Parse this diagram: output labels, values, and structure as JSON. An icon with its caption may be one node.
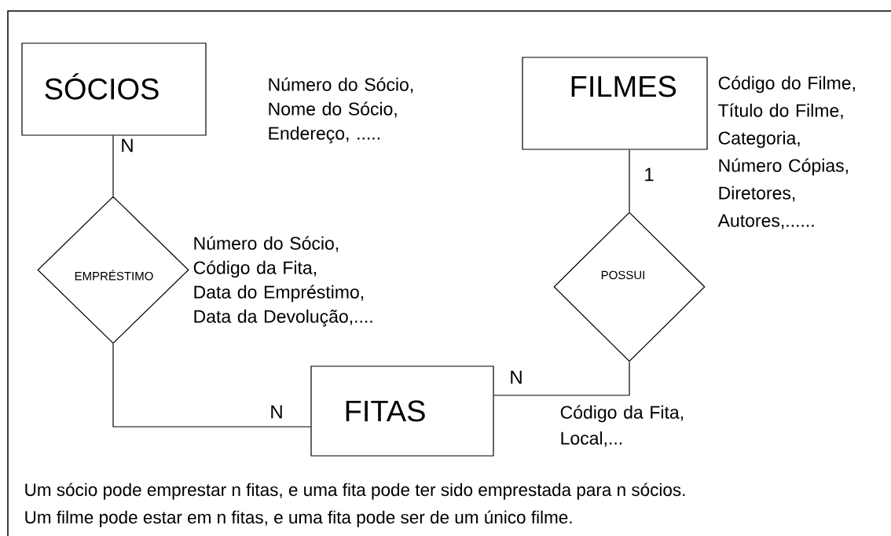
{
  "diagram": {
    "nodes": [
      {
        "text": [
          "SÓCIOS"
        ],
        "beside": [
          "Número do Sócio, Nome do Sócio, Endereço, ....."
        ]
      },
      {
        "text": [
          "FILMES"
        ],
        "beside": [
          "Código do Filme, Título do Filme, Categoria, Número Cópias, Diretores, Autores,......"
        ]
      },
      {
        "text": [
          "EMPRÉSTIMO"
        ],
        "beside": [
          "Número do Sócio, Código da Fita, Data do Empréstimo, Data da Devolução,...."
        ]
      },
      {
        "text": [
          "POSSUI"
        ]
      },
      {
        "text": [
          "FITAS"
        ],
        "beside": [
          "Código da Fita, Local,..."
        ]
      }
    ],
    "edges": [
      {
        "from": 0,
        "to": 2,
        "arrow": "none",
        "label": "N"
      },
      {
        "from": 2,
        "to": 4,
        "arrow": "none",
        "label": "N"
      },
      {
        "from": 1,
        "to": 3,
        "arrow": "none",
        "label": "1"
      },
      {
        "from": 3,
        "to": 4,
        "arrow": "none",
        "label": "N"
      }
    ],
    "labels": [
      "Um sócio pode emprestar n fitas, e uma fita pode ter sido emprestada para n sócios.",
      "Um filme pode estar em n fitas, e uma fita pode ser de um único filme."
    ]
  }
}
